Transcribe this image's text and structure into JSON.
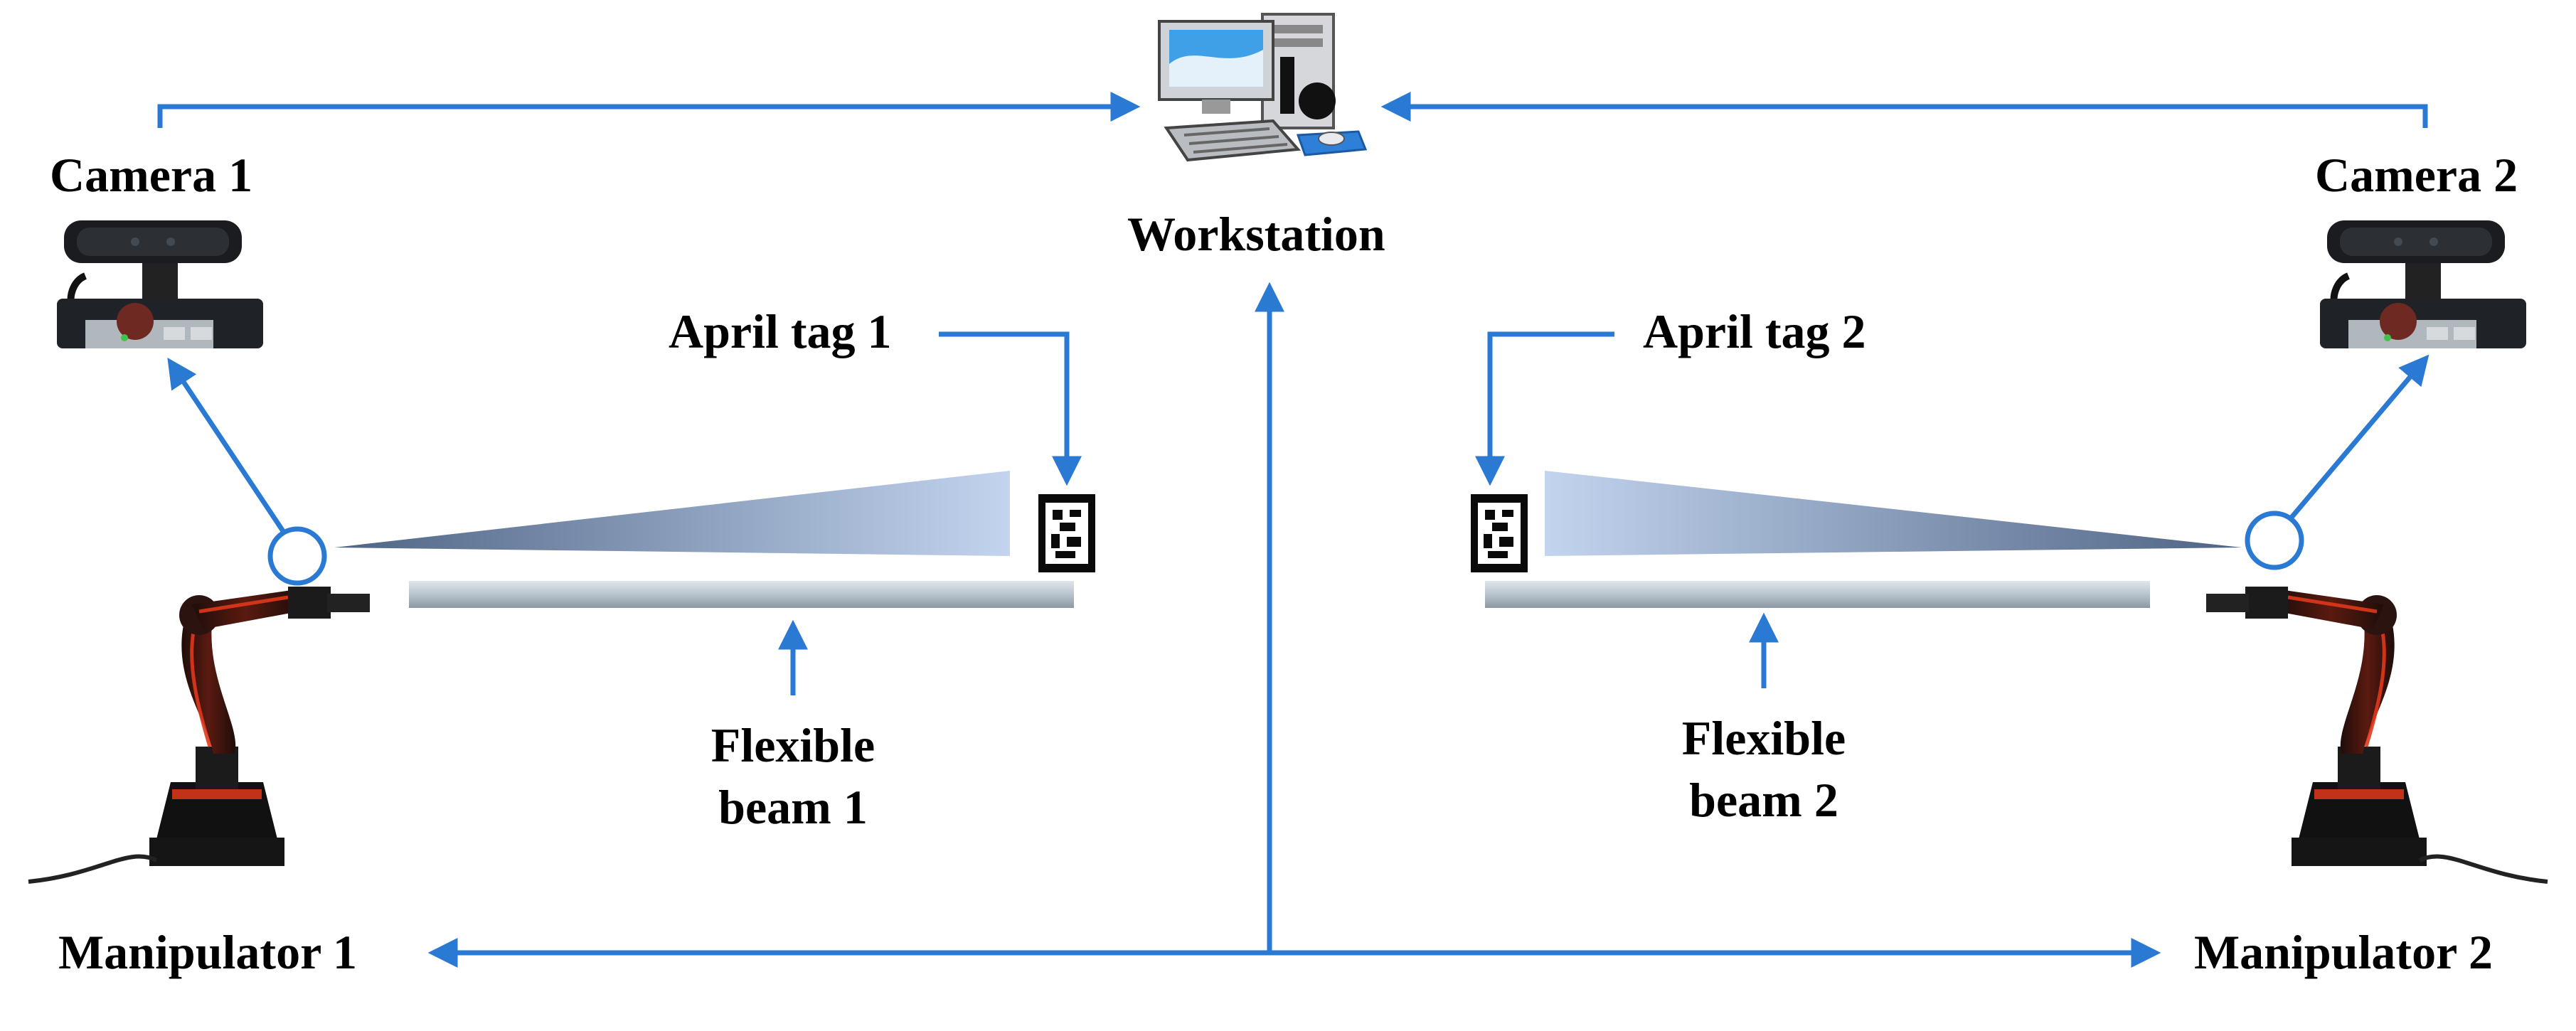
{
  "labels": {
    "workstation": "Workstation",
    "camera_1": "Camera 1",
    "camera_2": "Camera 2",
    "april_tag_1": "April tag 1",
    "april_tag_2": "April tag 2",
    "flexible_beam_1": [
      "Flexible",
      "beam 1"
    ],
    "flexible_beam_2": [
      "Flexible",
      "beam 2"
    ],
    "manipulator_1": "Manipulator 1",
    "manipulator_2": "Manipulator 2"
  },
  "colors": {
    "arrow": "#2a7ad4",
    "beam_light": "#c8d3dc",
    "beam_dark": "#8b98a3",
    "view_cone_light": "#c2d4ee",
    "view_cone_dark": "#4f6384",
    "robot_body": "#2b1410",
    "robot_glow": "#e0381b",
    "camera_body": "#1a1c1f",
    "monitor_screen": "#3fa0e8"
  },
  "icons": {
    "workstation": "desktop-computer-icon",
    "camera": "depth-camera-icon",
    "manipulator": "robot-arm-icon",
    "april_tag": "fiducial-marker-icon"
  }
}
